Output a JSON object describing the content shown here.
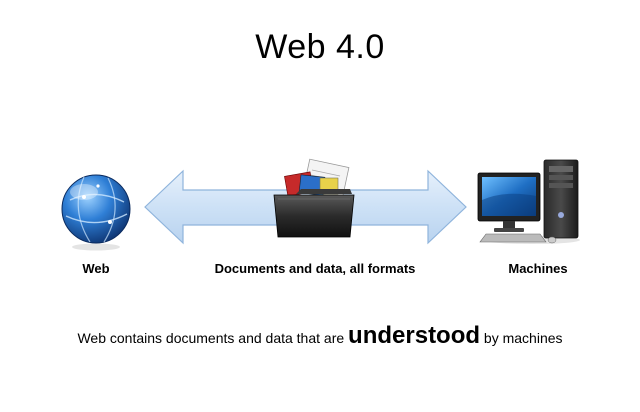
{
  "title": "Web 4.0",
  "nodes": {
    "web": {
      "label": "Web",
      "icon": "globe-icon"
    },
    "documents": {
      "label": "Documents and data, all formats",
      "icon": "folder-icon"
    },
    "machines": {
      "label": "Machines",
      "icon": "computer-icon"
    }
  },
  "connection": {
    "type": "bidirectional-arrow",
    "color": "#cfe3f7"
  },
  "caption": {
    "before": "Web contains documents and data that are ",
    "emphasis": "understood",
    "after": " by machines"
  }
}
